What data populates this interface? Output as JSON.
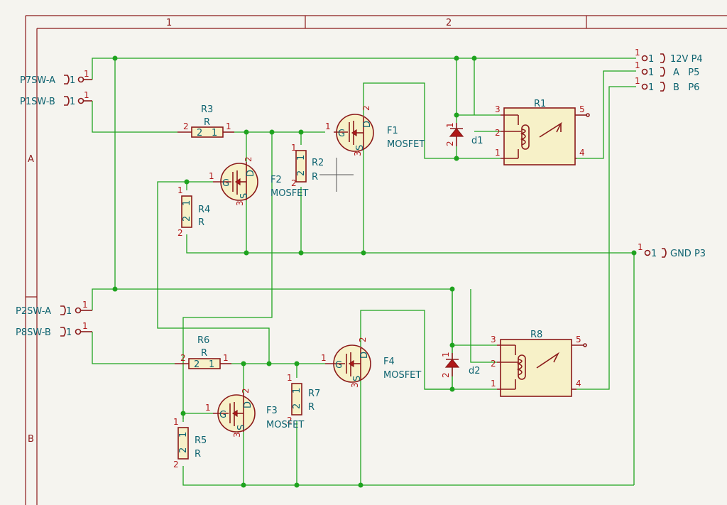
{
  "border": {
    "columns": [
      "1",
      "2"
    ],
    "rows": [
      "A",
      "B"
    ]
  },
  "connectors": {
    "p7": {
      "label": "P7SW-A",
      "pin": "1"
    },
    "p1": {
      "label": "P1SW-B",
      "pin": "1"
    },
    "p2": {
      "label": "P2SW-A",
      "pin": "1"
    },
    "p8": {
      "label": "P8SW-B",
      "pin": "1"
    },
    "p4": {
      "label": "12V P4",
      "pin": "1"
    },
    "p5": {
      "label": "A   P5",
      "pin": "1"
    },
    "p6": {
      "label": "B   P6",
      "pin": "1"
    },
    "p3": {
      "label": "GND P3",
      "pin": "1"
    }
  },
  "resistors": {
    "r1": {
      "ref": "R3",
      "value": "R"
    },
    "r2": {
      "ref": "R2",
      "value": "R"
    },
    "r3": {
      "ref": "R4",
      "value": "R"
    },
    "r4": {
      "ref": "R6",
      "value": "R"
    },
    "r5": {
      "ref": "R7",
      "value": "R"
    },
    "r6": {
      "ref": "R5",
      "value": "R"
    }
  },
  "mosfets": {
    "f1": {
      "ref": "F1",
      "value": "MOSFET"
    },
    "f2": {
      "ref": "F2",
      "value": "MOSFET"
    },
    "f3": {
      "ref": "F3",
      "value": "MOSFET"
    },
    "f4": {
      "ref": "F4",
      "value": "MOSFET"
    }
  },
  "relays": {
    "top": {
      "ref": "R1"
    },
    "bottom": {
      "ref": "R8"
    }
  },
  "diodes": {
    "top": {
      "ref": "d1"
    },
    "bottom": {
      "ref": "d2"
    }
  },
  "pin_labels": {
    "one": "1",
    "two": "2",
    "three": "3",
    "four": "4",
    "five": "5",
    "g": "G",
    "s": "S",
    "d": "D"
  }
}
